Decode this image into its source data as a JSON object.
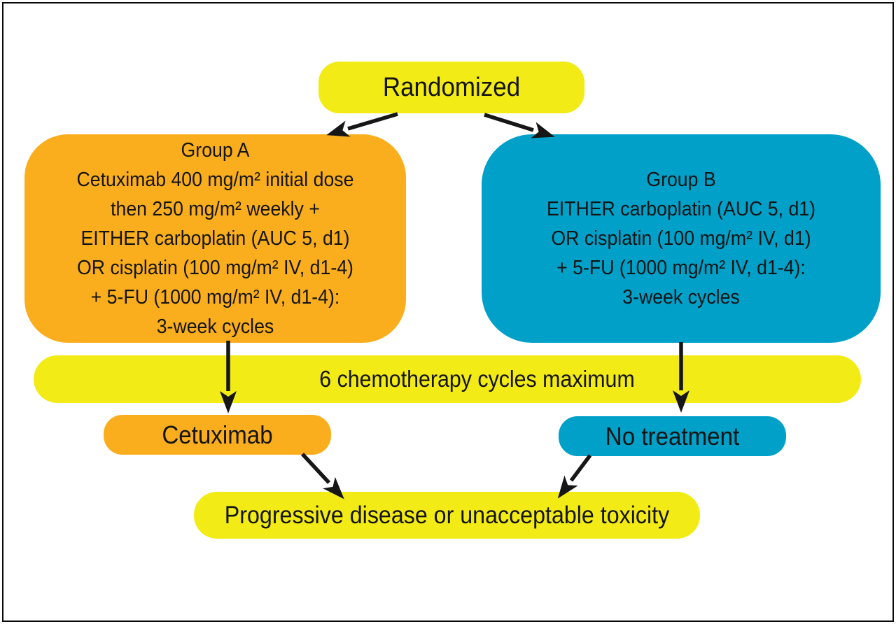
{
  "colors": {
    "yellow": "#F3EB15",
    "orange": "#FAAE1E",
    "blue": "#00A0C8",
    "arrow": "#161616",
    "text": "#141414"
  },
  "nodes": {
    "randomized": {
      "label": "Randomized"
    },
    "group_a": {
      "lines": [
        "Group A",
        "Cetuximab 400 mg/m² initial dose",
        "then 250 mg/m² weekly +",
        "EITHER carboplatin (AUC 5, d1)",
        "OR cisplatin (100 mg/m² IV, d1-4)",
        "+ 5-FU (1000 mg/m² IV, d1-4):",
        "3-week cycles"
      ]
    },
    "group_b": {
      "lines": [
        "Group B",
        "EITHER carboplatin (AUC 5, d1)",
        "OR cisplatin (100 mg/m² IV, d1)",
        "+ 5-FU (1000 mg/m² IV, d1-4):",
        "3-week cycles"
      ]
    },
    "chemo_bar": {
      "label": "6 chemotherapy cycles maximum"
    },
    "cetuximab": {
      "label": "Cetuximab"
    },
    "no_treatment": {
      "label": "No treatment"
    },
    "outcome": {
      "label": "Progressive disease or unacceptable toxicity"
    }
  }
}
